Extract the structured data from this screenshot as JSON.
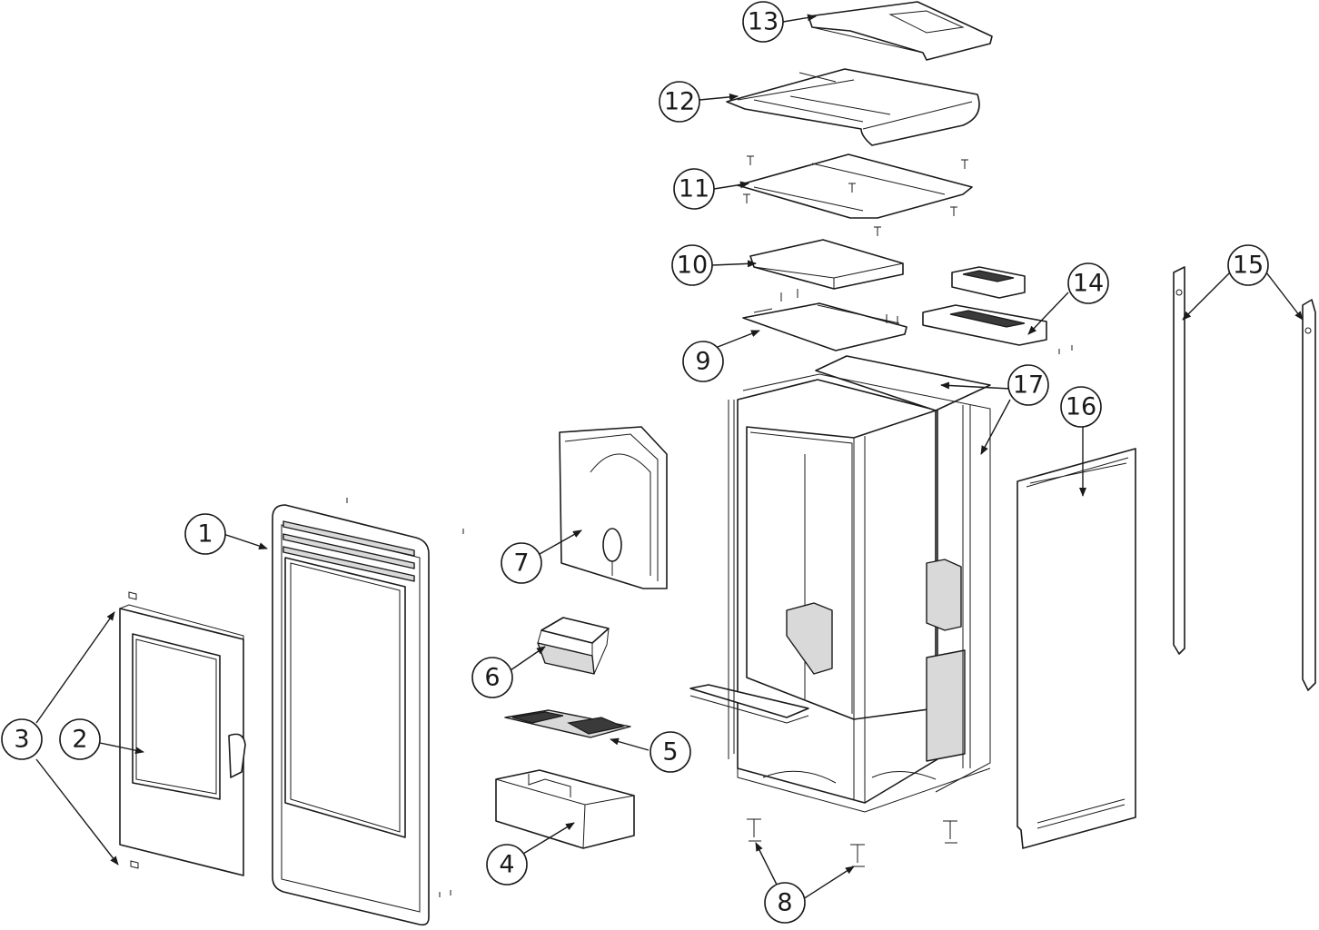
{
  "callouts": [
    {
      "id": "c1",
      "label": "1"
    },
    {
      "id": "c2",
      "label": "2"
    },
    {
      "id": "c3",
      "label": "3"
    },
    {
      "id": "c4",
      "label": "4"
    },
    {
      "id": "c5",
      "label": "5"
    },
    {
      "id": "c6",
      "label": "6"
    },
    {
      "id": "c7",
      "label": "7"
    },
    {
      "id": "c8",
      "label": "8"
    },
    {
      "id": "c9",
      "label": "9"
    },
    {
      "id": "c10",
      "label": "10"
    },
    {
      "id": "c11",
      "label": "11"
    },
    {
      "id": "c12",
      "label": "12"
    },
    {
      "id": "c13",
      "label": "13"
    },
    {
      "id": "c14",
      "label": "14"
    },
    {
      "id": "c15",
      "label": "15"
    },
    {
      "id": "c16",
      "label": "16"
    },
    {
      "id": "c17",
      "label": "17"
    }
  ],
  "colors": {
    "line": "#1a1a1a",
    "fill": "#ffffff",
    "shade": "#d9d9d9"
  }
}
